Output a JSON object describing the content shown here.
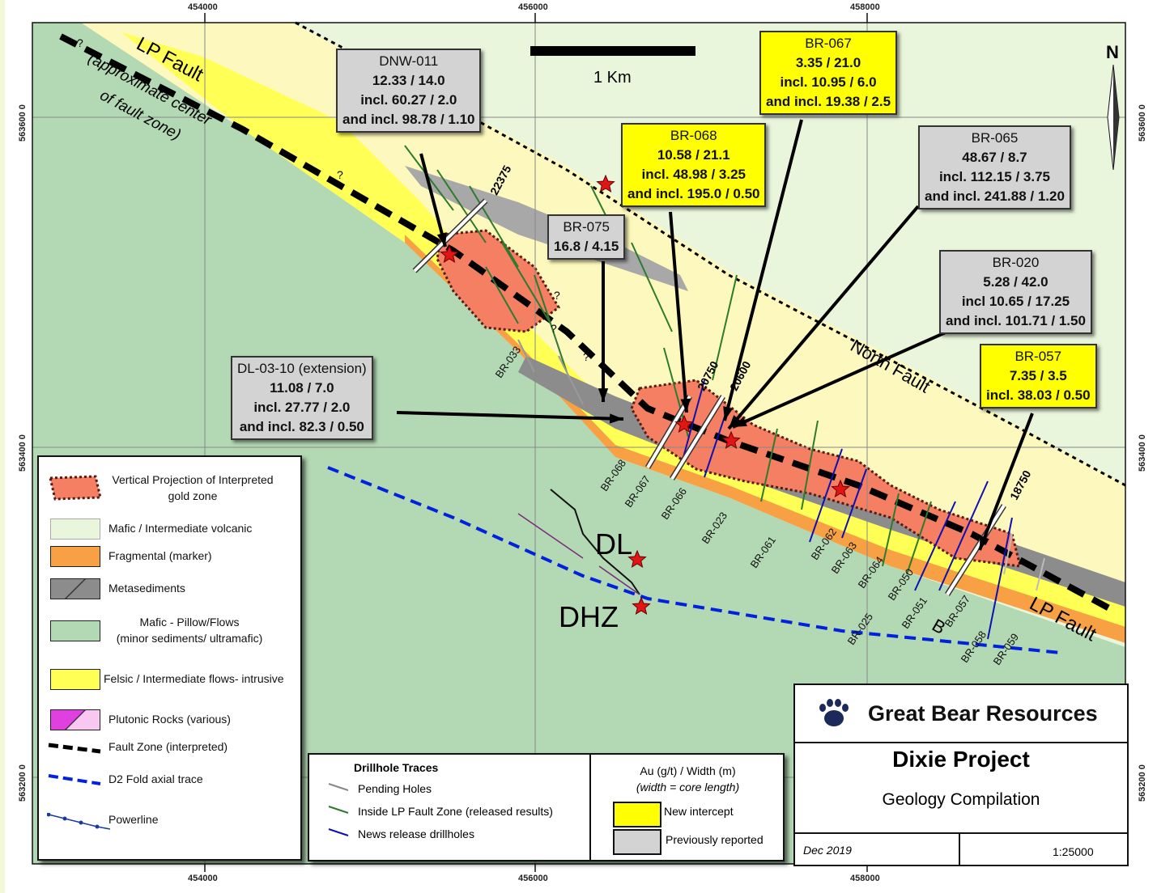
{
  "axes": {
    "eastings": [
      "454000",
      "456000",
      "458000"
    ],
    "northings": [
      "563600 0",
      "563400 0",
      "563200 0"
    ]
  },
  "scale_bar": {
    "label": "1 Km"
  },
  "north_arrow": {
    "label": "N"
  },
  "map_labels": {
    "lp_fault_nw": "LP Fault",
    "lp_fault_note_1": "(approximate center",
    "lp_fault_note_2": "of fault zone)",
    "lp_fault_se": "LP Fault",
    "north_fault": "North Fault",
    "dl": "DL",
    "dhz": "DHZ",
    "b": "B",
    "question": "?"
  },
  "section_lines": [
    "22375",
    "20750",
    "20600",
    "18750"
  ],
  "drillholes": [
    "BR-033",
    "BR-068",
    "BR-067",
    "BR-066",
    "BR-023",
    "BR-061",
    "BR-062",
    "BR-063",
    "BR-064",
    "BR-050",
    "BR-025",
    "BR-051",
    "BR-057",
    "BR-058",
    "BR-059"
  ],
  "callouts": [
    {
      "title": "DNW-011",
      "lines": [
        "12.33 / 14.0",
        "incl. 60.27  / 2.0",
        "and incl. 98.78 / 1.10"
      ],
      "type": "prev"
    },
    {
      "title": "BR-067",
      "lines": [
        "3.35 / 21.0",
        "incl. 10.95 / 6.0",
        "and incl. 19.38 / 2.5"
      ],
      "type": "new"
    },
    {
      "title": "BR-068",
      "lines": [
        "10.58 / 21.1",
        "incl. 48.98 / 3.25",
        "and incl. 195.0 / 0.50"
      ],
      "type": "new"
    },
    {
      "title": "BR-065",
      "lines": [
        "48.67 / 8.7",
        "incl. 112.15 / 3.75",
        "and incl. 241.88 / 1.20"
      ],
      "type": "prev"
    },
    {
      "title": "BR-075",
      "lines": [
        "16.8 / 4.15"
      ],
      "type": "prev"
    },
    {
      "title": "BR-020",
      "lines": [
        "5.28 / 42.0",
        "incl 10.65 / 17.25",
        "and incl. 101.71 / 1.50"
      ],
      "type": "prev"
    },
    {
      "title": "BR-057",
      "lines": [
        "7.35 / 3.5",
        "incl. 38.03 / 0.50"
      ],
      "type": "new"
    },
    {
      "title": "DL-03-10 (extension)",
      "lines": [
        "11.08 / 7.0",
        "incl. 27.77 / 2.0",
        "and incl. 82.3 / 0.50"
      ],
      "type": "prev"
    }
  ],
  "legend": {
    "items": [
      {
        "label": "Vertical Projection of Interpreted gold zone"
      },
      {
        "label": "Mafic / Intermediate volcanic"
      },
      {
        "label": "Fragmental (marker)"
      },
      {
        "label": "Metasediments"
      },
      {
        "label": "Mafic - Pillow/Flows"
      },
      {
        "label": "(minor sediments/ ultramafic)"
      },
      {
        "label": "Felsic / Intermediate flows- intrusive"
      },
      {
        "label": "Plutonic Rocks (various)"
      },
      {
        "label": "Fault Zone (interpreted)"
      },
      {
        "label": "D2 Fold axial trace"
      },
      {
        "label": "Powerline"
      }
    ]
  },
  "drillhole_legend": {
    "title": "Drillhole Traces",
    "pending": "Pending Holes",
    "inside": "Inside LP Fault Zone (released results)",
    "news": "News release drillholes",
    "au_title": "Au (g/t) / Width (m)",
    "au_note": "(width = core length)",
    "new": "New intercept",
    "prev": "Previously reported"
  },
  "title_block": {
    "company": "Great Bear Resources",
    "project": "Dixie Project",
    "subtitle": "Geology Compilation",
    "date": "Dec 2019",
    "scale": "1:25000"
  },
  "colors": {
    "mafic": "#b3d8b4",
    "volcanic": "#e9f6dc",
    "felsic": "#ffff66",
    "felsic_pale": "#fdf8bd",
    "fragmental": "#f7a044",
    "meta": "#8c8c8c",
    "gold": "#f47f63",
    "new": "#ffff00",
    "prev": "#d3d3d3",
    "fold": "#0022dd"
  }
}
